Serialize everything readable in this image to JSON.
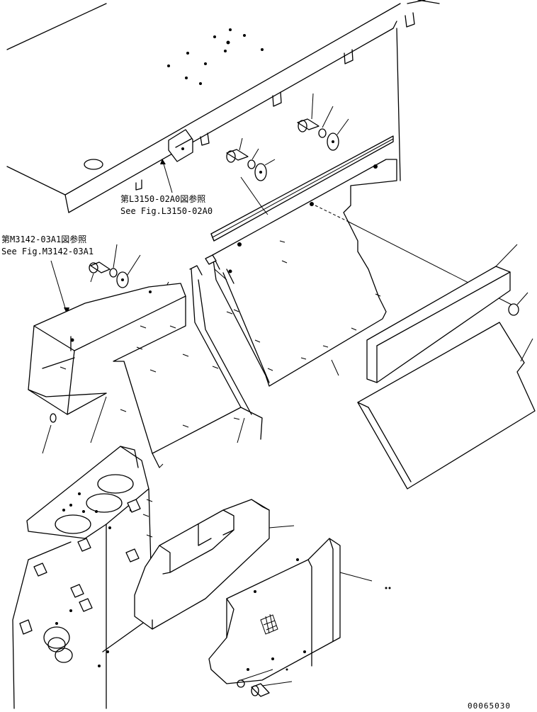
{
  "references": {
    "upper_jp": "第L3150-02A0図参照",
    "upper_en": "See Fig.L3150-02A0",
    "left_jp": "第M3142-03A1図参照",
    "left_en": "See Fig.M3142-03A1"
  },
  "drawing_code": "00065030",
  "colors": {
    "ink": "#000000",
    "paper": "#ffffff"
  }
}
